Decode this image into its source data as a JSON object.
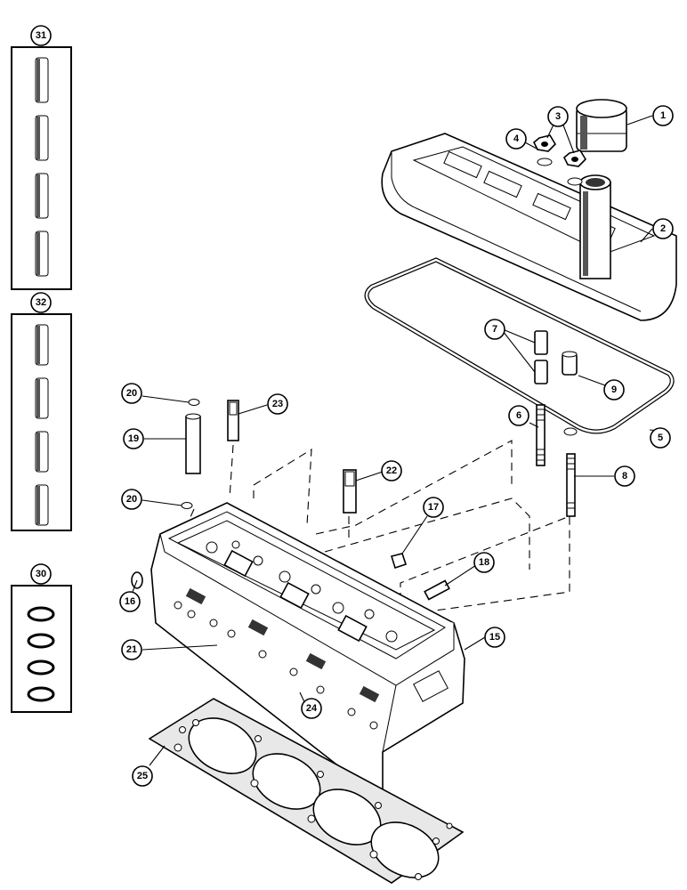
{
  "callouts": {
    "c1": "1",
    "c2": "2",
    "c3": "3",
    "c4": "4",
    "c5": "5",
    "c6": "6",
    "c7": "7",
    "c8": "8",
    "c9": "9",
    "c15": "15",
    "c16": "16",
    "c17": "17",
    "c18": "18",
    "c19": "19",
    "c20a": "20",
    "c20b": "20",
    "c21": "21",
    "c22": "22",
    "c23": "23",
    "c24": "24",
    "c25": "25",
    "c30": "30",
    "c31": "31",
    "c32": "32"
  }
}
